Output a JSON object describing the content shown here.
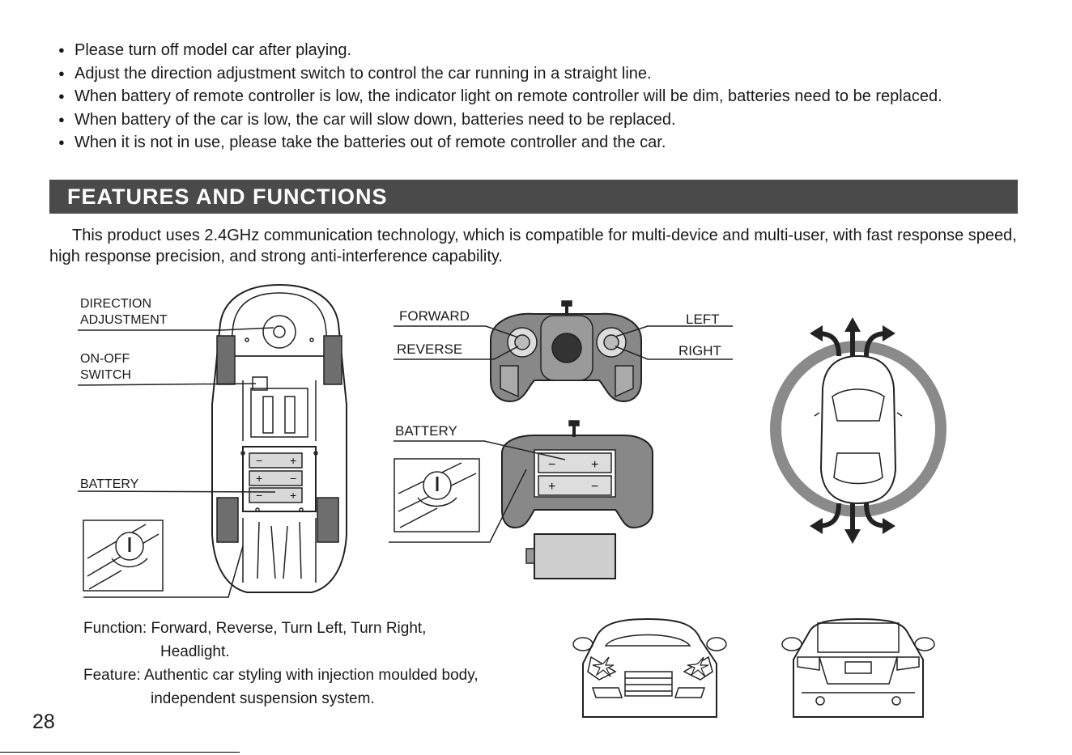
{
  "notes": [
    "Please turn off model car after playing.",
    "Adjust the direction adjustment switch to control the car running in a straight line.",
    "When battery of remote controller is low, the indicator light on remote controller will be dim, batteries need to be replaced.",
    "When battery of the car is low, the car will slow down, batteries need to be replaced.",
    "When it is not in use, please take the batteries out of remote controller and the car."
  ],
  "section_title": "FEATURES AND FUNCTIONS",
  "intro": "This product uses 2.4GHz communication technology, which is compatible for multi-device and multi-user, with fast response speed, high response precision, and strong anti-interference capability.",
  "car_labels": {
    "direction_1": "DIRECTION",
    "direction_2": "ADJUSTMENT",
    "onoff_1": "ON-OFF",
    "onoff_2": "SWITCH",
    "battery": "BATTERY"
  },
  "controller_labels": {
    "forward": "FORWARD",
    "reverse": "REVERSE",
    "left": "LEFT",
    "right": "RIGHT",
    "battery": "BATTERY"
  },
  "battery_marks": {
    "plus": "+",
    "minus": "−"
  },
  "function_text": {
    "function_label": "Function:",
    "function_line1": "Forward, Reverse, Turn Left, Turn Right,",
    "function_line2": "Headlight.",
    "feature_label": "Feature:",
    "feature_line1": "Authentic car styling with injection moulded body,",
    "feature_line2": "independent suspension system."
  },
  "page_number": "28",
  "colors": {
    "banner": "#4a4a4a",
    "ring": "#8a8a8a",
    "battery_fill": "#cfcfcf"
  }
}
